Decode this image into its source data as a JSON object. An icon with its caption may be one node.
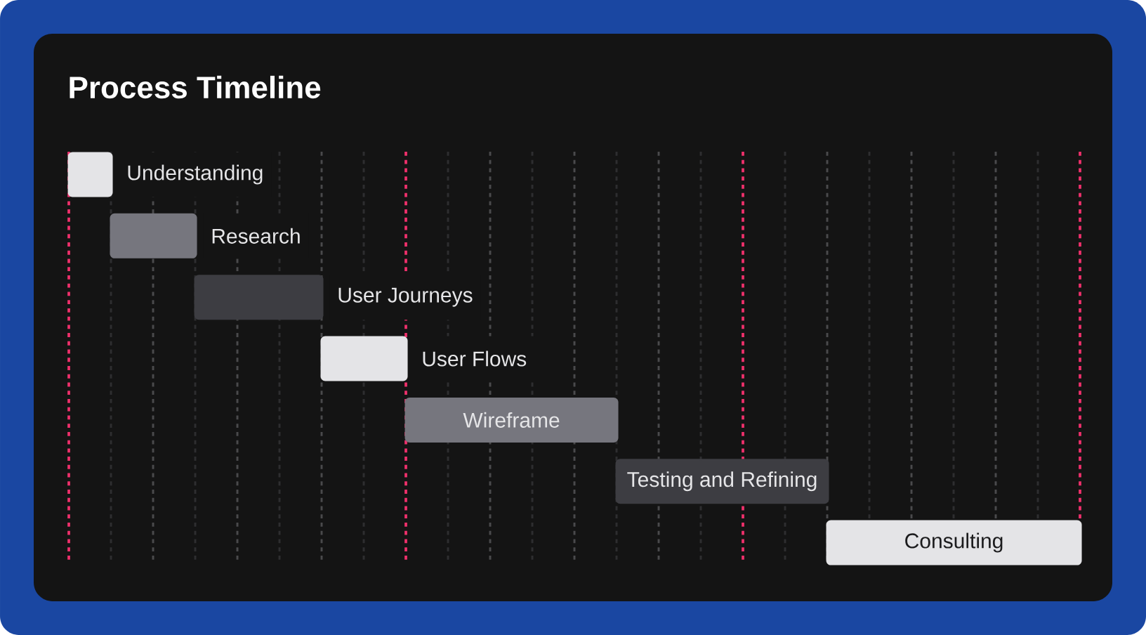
{
  "diagram": {
    "title": "Process Timeline",
    "nodes": [
      {
        "text": [],
        "shape": "bar",
        "beside": [
          "Understanding"
        ]
      },
      {
        "text": [],
        "shape": "bar",
        "beside": [
          "Research"
        ]
      },
      {
        "text": [],
        "shape": "bar",
        "beside": [
          "User Journeys"
        ]
      },
      {
        "text": [],
        "shape": "bar",
        "beside": [
          "User Flows"
        ]
      },
      {
        "text": [
          "Wireframe"
        ]
      },
      {
        "text": [
          "Testing and Refining"
        ]
      },
      {
        "text": [
          "Consulting"
        ]
      }
    ]
  }
}
